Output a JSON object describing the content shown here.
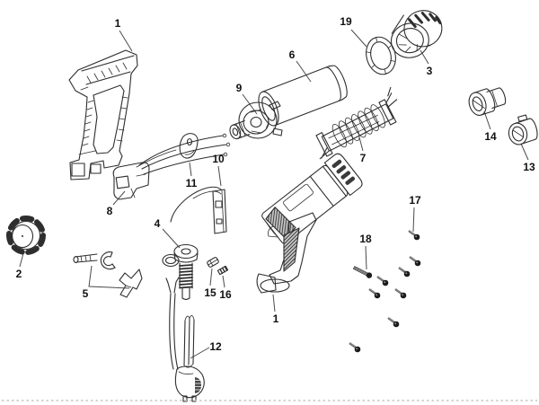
{
  "figure": {
    "kind": "exploded-parts-diagram",
    "background_color": "#ffffff",
    "line_color": "#2e2e2e",
    "label_color": "#111111",
    "page_edge_dotted_color": "#c6c6c6",
    "part_numbers_shown": [
      "1",
      "2",
      "3",
      "4",
      "5",
      "6",
      "7",
      "8",
      "9",
      "10",
      "11",
      "12",
      "13",
      "14",
      "15",
      "16",
      "17",
      "18",
      "19"
    ]
  },
  "labels": [
    {
      "id": "housing-half",
      "text": "1"
    },
    {
      "id": "baffle-ring",
      "text": "19"
    },
    {
      "id": "nozzle-guard",
      "text": "3"
    },
    {
      "id": "heat-barrel",
      "text": "6"
    },
    {
      "id": "motor-fan",
      "text": "9"
    },
    {
      "id": "reducer-nozzle",
      "text": "14"
    },
    {
      "id": "wide-nozzle",
      "text": "13"
    },
    {
      "id": "heating-element",
      "text": "7"
    },
    {
      "id": "lever-plate",
      "text": "11"
    },
    {
      "id": "board-with-wire",
      "text": "10"
    },
    {
      "id": "switch-with-wires",
      "text": "8"
    },
    {
      "id": "control-knob",
      "text": "2"
    },
    {
      "id": "clamp-pair",
      "text": "5"
    },
    {
      "id": "threaded-bolt",
      "text": "4"
    },
    {
      "id": "small-clip",
      "text": "15"
    },
    {
      "id": "small-pin",
      "text": "16"
    },
    {
      "id": "power-cord",
      "text": "12"
    },
    {
      "id": "assembled-tool",
      "text": "1"
    },
    {
      "id": "screw",
      "text": "17"
    },
    {
      "id": "long-screw",
      "text": "18"
    }
  ]
}
